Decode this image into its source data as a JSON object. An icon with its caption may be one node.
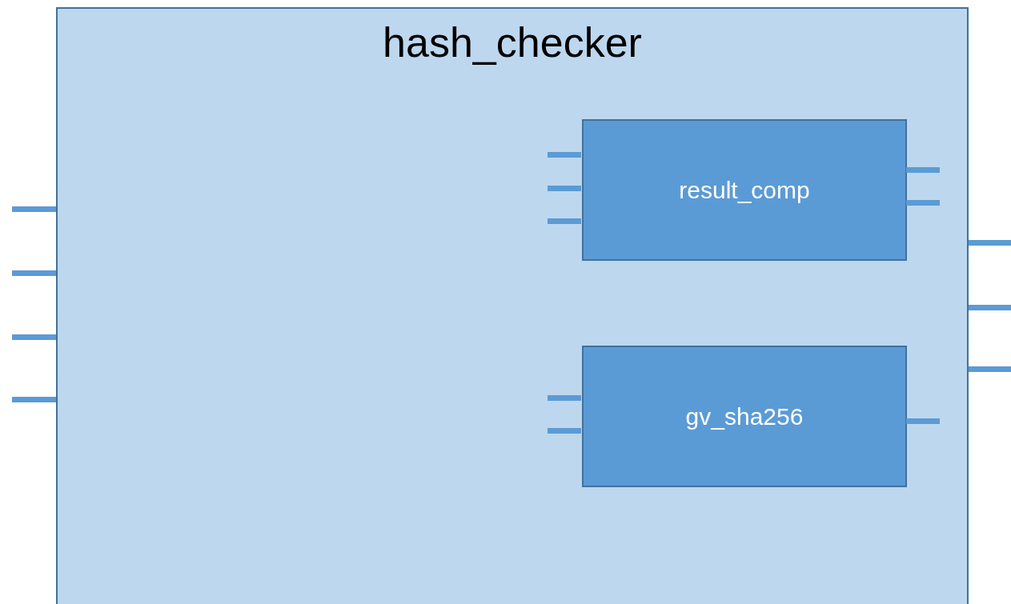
{
  "diagram": {
    "nodes": [
      {
        "text": [
          "hash_checker"
        ]
      },
      {
        "text": [
          "result_comp"
        ],
        "in": 0
      },
      {
        "text": [
          "gv_sha256"
        ],
        "in": 0
      }
    ],
    "edges": []
  }
}
